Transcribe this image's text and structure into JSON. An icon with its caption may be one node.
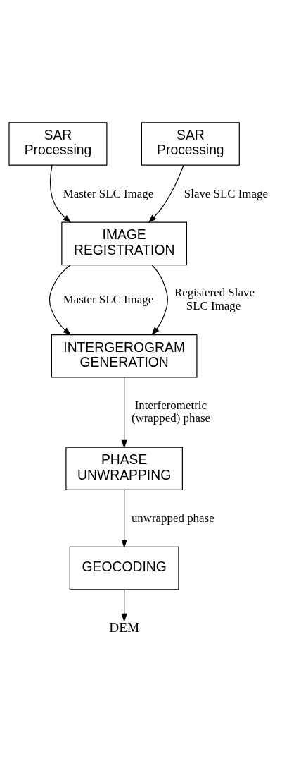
{
  "diagram": {
    "nodes": [
      {
        "text": [
          "SAR Processing"
        ]
      },
      {
        "text": [
          "SAR Processing"
        ]
      },
      {
        "text": [
          "IMAGE REGISTRATION"
        ]
      },
      {
        "text": [
          "INTERGEROGRAM GENERATION"
        ]
      },
      {
        "text": [
          "PHASE UNWRAPPING"
        ]
      },
      {
        "text": [
          "GEOCODING"
        ]
      },
      {
        "text": [
          "DEM"
        ]
      }
    ],
    "edges": [
      {
        "from": 0,
        "to": 2,
        "arrow": "to",
        "label": "Master SLC Image"
      },
      {
        "from": 1,
        "to": 2,
        "arrow": "to",
        "label": "Slave SLC Image"
      },
      {
        "from": 2,
        "to": 3,
        "arrow": "to",
        "label": "Master SLC Image"
      },
      {
        "from": 2,
        "to": 3,
        "arrow": "to",
        "label": "Registered Slave SLC Image"
      },
      {
        "from": 3,
        "to": 4,
        "arrow": "to",
        "label": "Interferometric (wrapped) phase"
      },
      {
        "from": 4,
        "to": 5,
        "arrow": "to",
        "label": "unwrapped phase"
      },
      {
        "from": 5,
        "to": 6,
        "arrow": "to"
      }
    ]
  }
}
